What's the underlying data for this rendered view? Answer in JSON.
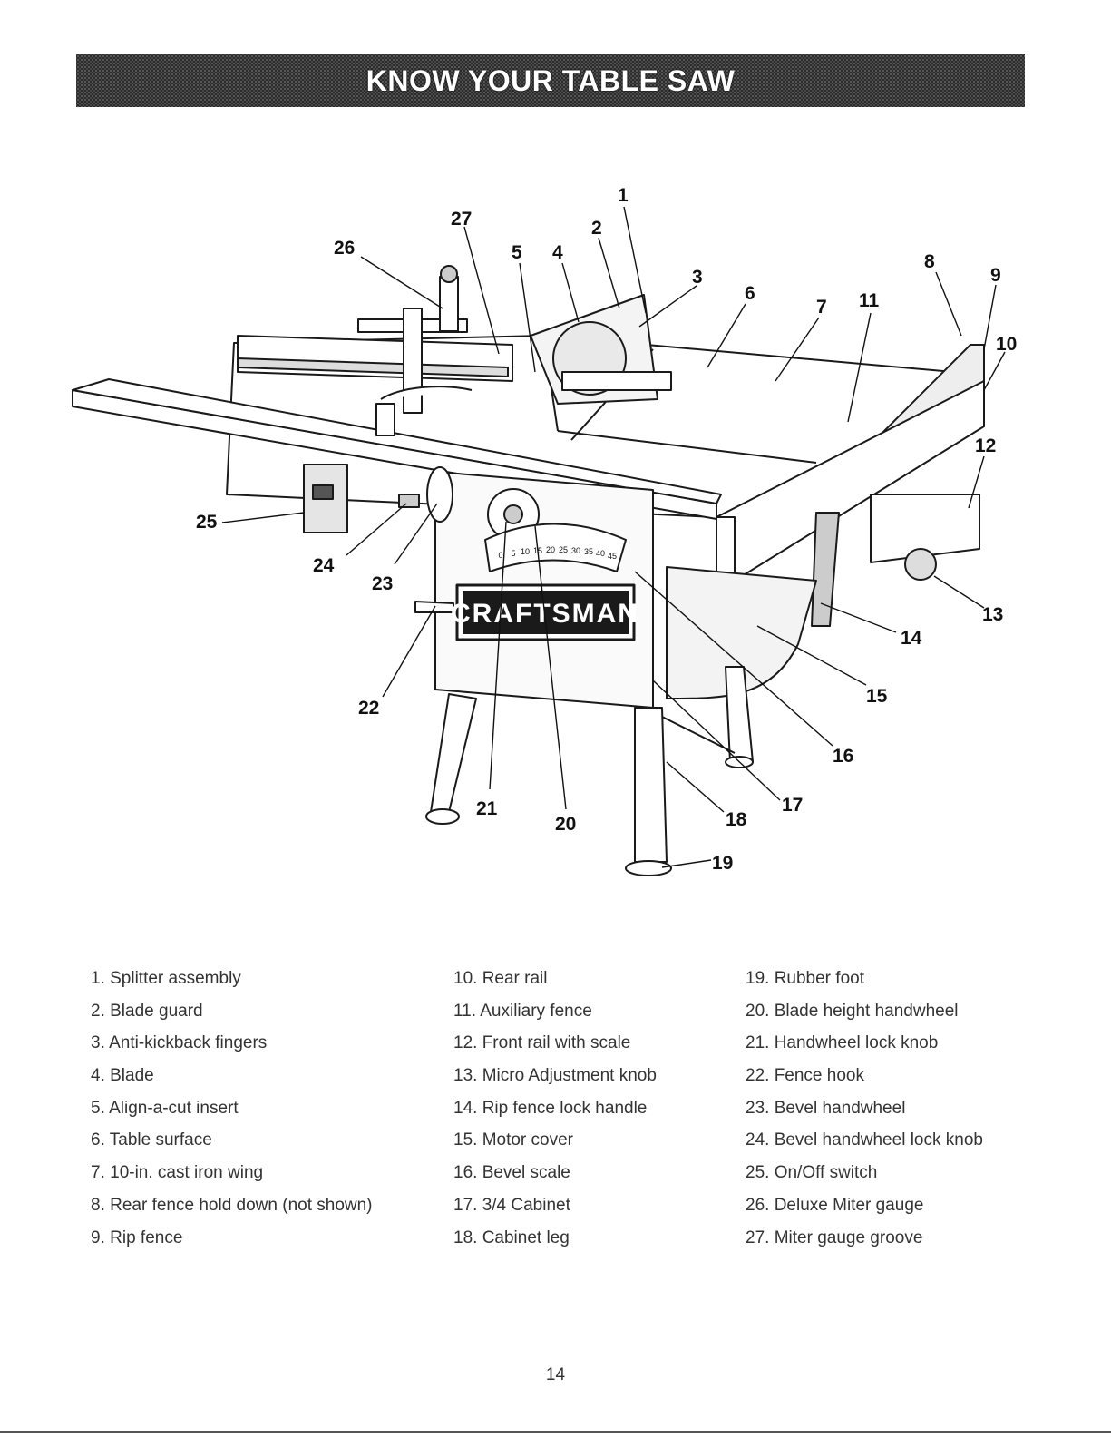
{
  "header": {
    "title": "KNOW YOUR TABLE SAW"
  },
  "diagram": {
    "brand_logo": "CRAFTSMAN",
    "scale_marks": [
      "0",
      "5",
      "10",
      "15",
      "20",
      "25",
      "30",
      "35",
      "40",
      "45"
    ],
    "callouts": [
      "1",
      "2",
      "3",
      "4",
      "5",
      "6",
      "7",
      "8",
      "9",
      "10",
      "11",
      "12",
      "13",
      "14",
      "15",
      "16",
      "17",
      "18",
      "19",
      "20",
      "21",
      "22",
      "23",
      "24",
      "25",
      "26",
      "27"
    ]
  },
  "legend": {
    "items": [
      "1. Splitter assembly",
      "2. Blade guard",
      "3. Anti-kickback fingers",
      "4. Blade",
      "5. Align-a-cut insert",
      "6. Table surface",
      "7. 10-in. cast iron wing",
      "8. Rear fence hold down (not shown)",
      "9. Rip fence",
      "10. Rear rail",
      "11. Auxiliary fence",
      "12. Front rail with scale",
      "13. Micro Adjustment knob",
      "14. Rip fence lock handle",
      "15. Motor cover",
      "16. Bevel scale",
      "17. 3/4 Cabinet",
      "18. Cabinet leg",
      "19. Rubber foot",
      "20. Blade height handwheel",
      "21. Handwheel lock knob",
      "22. Fence hook",
      "23. Bevel handwheel",
      "24. Bevel handwheel lock knob",
      "25. On/Off switch",
      "26. Deluxe Miter gauge",
      "27. Miter gauge groove"
    ]
  },
  "footer": {
    "page_number": "14"
  }
}
